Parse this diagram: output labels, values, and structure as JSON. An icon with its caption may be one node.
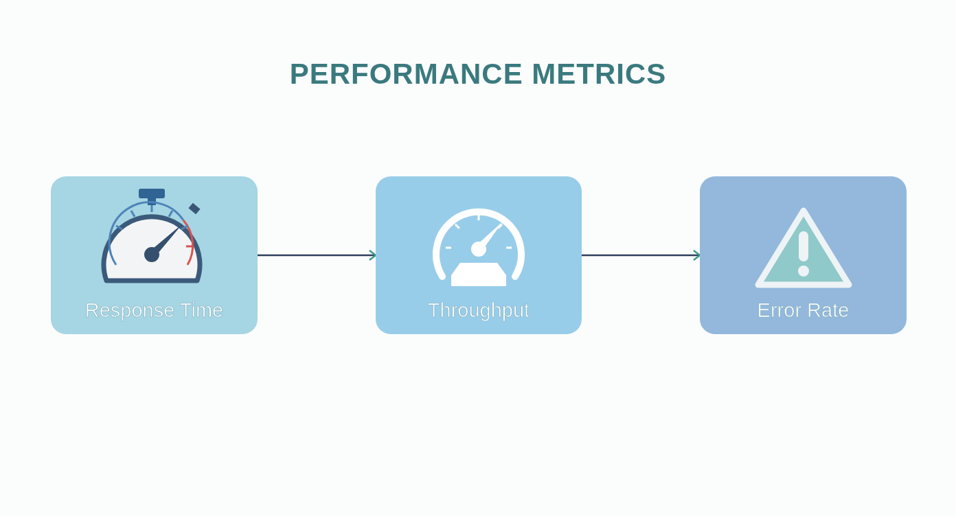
{
  "diagram": {
    "title": "PERFORMANCE METRICS",
    "nodes": [
      {
        "text": [
          "Response Time"
        ]
      },
      {
        "text": [
          "Throughput"
        ]
      },
      {
        "text": [
          "Error Rate"
        ]
      }
    ],
    "edges": [
      {
        "from": 0,
        "to": 1,
        "arrow": "to"
      },
      {
        "from": 1,
        "to": 2,
        "arrow": "to"
      }
    ]
  }
}
